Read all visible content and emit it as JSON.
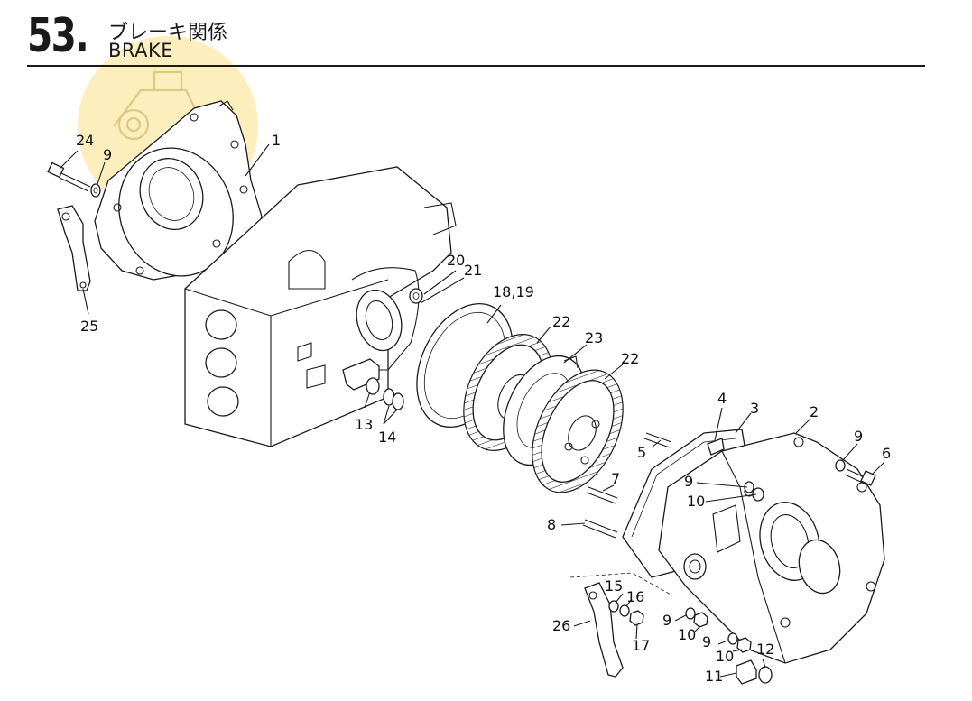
{
  "header": {
    "section_number": "53.",
    "title_jp": "ブレーキ関係",
    "title_en": "BRAKE"
  },
  "callouts": [
    {
      "id": "c24",
      "text": "24"
    },
    {
      "id": "c9a",
      "text": "9"
    },
    {
      "id": "c1",
      "text": "1"
    },
    {
      "id": "c25",
      "text": "25"
    },
    {
      "id": "c20",
      "text": "20"
    },
    {
      "id": "c21",
      "text": "21"
    },
    {
      "id": "c1819",
      "text": "18,19"
    },
    {
      "id": "c22a",
      "text": "22"
    },
    {
      "id": "c23",
      "text": "23"
    },
    {
      "id": "c22b",
      "text": "22"
    },
    {
      "id": "c13",
      "text": "13"
    },
    {
      "id": "c14",
      "text": "14"
    },
    {
      "id": "c4",
      "text": "4"
    },
    {
      "id": "c3",
      "text": "3"
    },
    {
      "id": "c2",
      "text": "2"
    },
    {
      "id": "c9b",
      "text": "9"
    },
    {
      "id": "c6",
      "text": "6"
    },
    {
      "id": "c5",
      "text": "5"
    },
    {
      "id": "c7",
      "text": "7"
    },
    {
      "id": "c9c",
      "text": "9"
    },
    {
      "id": "c10a",
      "text": "10"
    },
    {
      "id": "c8",
      "text": "8"
    },
    {
      "id": "c15",
      "text": "15"
    },
    {
      "id": "c16",
      "text": "16"
    },
    {
      "id": "c26",
      "text": "26"
    },
    {
      "id": "c17",
      "text": "17"
    },
    {
      "id": "c9d",
      "text": "9"
    },
    {
      "id": "c10b",
      "text": "10"
    },
    {
      "id": "c9e",
      "text": "9"
    },
    {
      "id": "c10c",
      "text": "10"
    },
    {
      "id": "c12",
      "text": "12"
    },
    {
      "id": "c11",
      "text": "11"
    }
  ],
  "stamp": {
    "color": "#fce496",
    "icon": "tractor-icon"
  }
}
